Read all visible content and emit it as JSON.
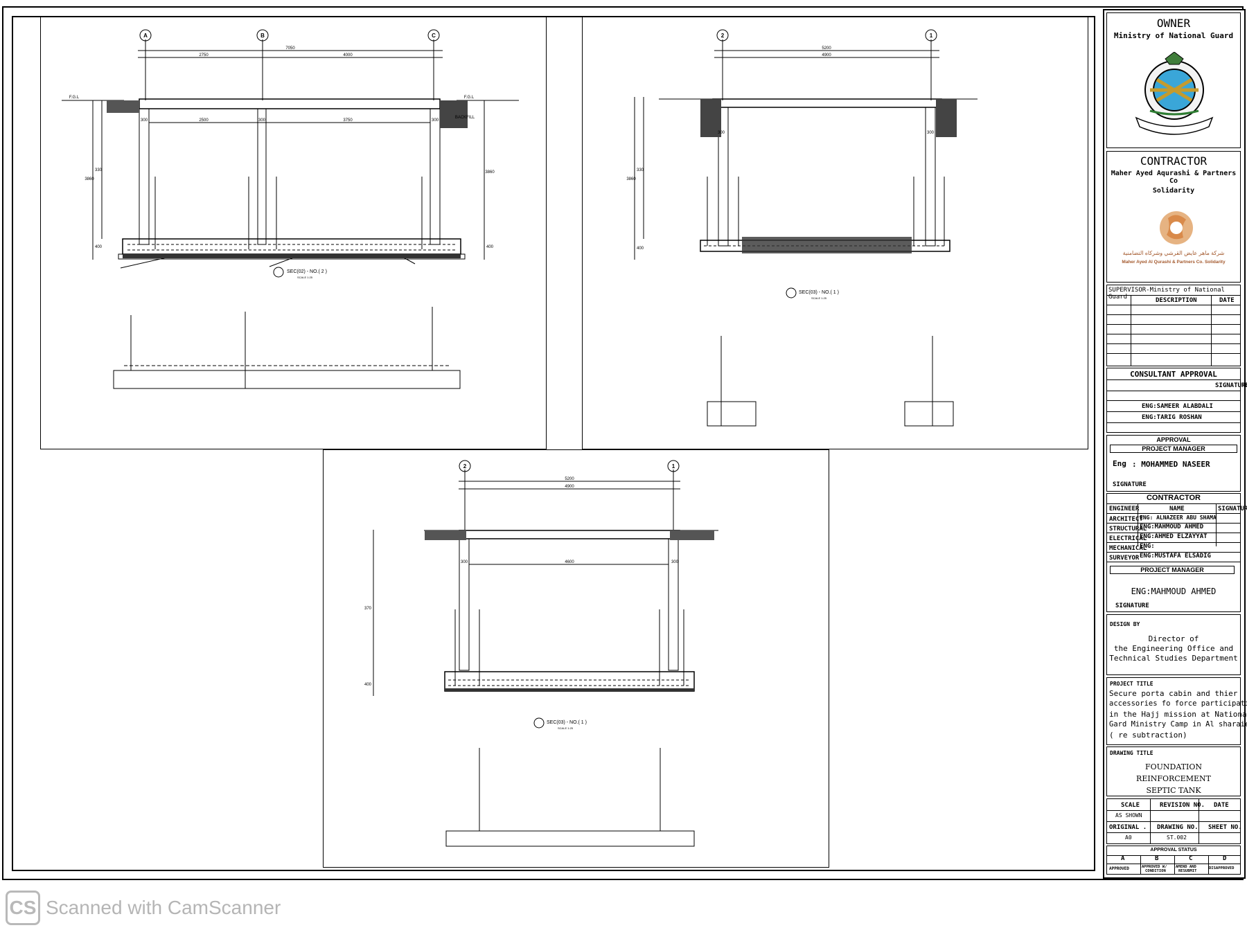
{
  "drawing": {
    "panel1": {
      "grid_labels": [
        "A",
        "B",
        "C"
      ],
      "dims": [
        "7050",
        "2750",
        "4000",
        "2500",
        "3750",
        "300",
        "300",
        "300"
      ],
      "levels": [
        "F.G.L",
        "F.G.L"
      ],
      "heights": [
        "3860",
        "330",
        "400",
        "3860",
        "400"
      ],
      "note_backfill": "BACKFILL",
      "section_title": "SEC(02) - NO.( 2 )",
      "section_scale": "SCALE 1:25"
    },
    "panel2": {
      "grid_labels": [
        "2",
        "1"
      ],
      "dims": [
        "5200",
        "4900",
        "300",
        "300"
      ],
      "heights": [
        "3860",
        "330",
        "400"
      ],
      "section_title": "SEC(03) - NO.( 1 )",
      "section_scale": "SCALE 1:25"
    },
    "panel3": {
      "grid_labels": [
        "2",
        "1"
      ],
      "dims": [
        "5200",
        "4900",
        "300",
        "4600",
        "300"
      ],
      "heights": [
        "370",
        "400"
      ],
      "section_title": "SEC(03) - NO.( 1 )",
      "section_scale": "SCALE 1:25"
    }
  },
  "titleblock": {
    "owner": {
      "heading": "OWNER",
      "name": "Ministry of National Guard",
      "emblem_icon": "national-guard-emblem"
    },
    "contractor": {
      "heading": "CONTRACTOR",
      "name": "Maher Ayed Aqurashi & Partners Co",
      "name2": "Solidarity",
      "logo_arabic": "شركة ماهر عايض القرشي وشركاه التضامنية",
      "logo_english": "Maher Ayed Al Qurashi & Partners Co. Solidarity"
    },
    "supervisor": "SUPERVISOR-Ministry of National Guard",
    "revision_headers": [
      "DESCRIPTION",
      "DATE"
    ],
    "consultant": {
      "heading": "CONSULTANT APPROVAL",
      "signature_label": "SIGNATURE",
      "eng1": "ENG:SAMEER ALABDALI",
      "eng2": "ENG:TARIG ROSHAN"
    },
    "approval": {
      "heading": "APPROVAL",
      "pm_label": "PROJECT MANAGER",
      "eng_prefix": "Eng",
      "eng_name": ": MOHAMMED NASEER",
      "signature_label": "SIGNATURE"
    },
    "contractor_team": {
      "heading": "CONTRACTOR",
      "headers": [
        "ENGINEER",
        "NAME",
        "SIGNATURE"
      ],
      "rows": [
        {
          "role": "ARCHITECT",
          "name": "ENG: ALNAZEER ABU SHAMA"
        },
        {
          "role": "STRUCTURAL",
          "name": "ENG:MAHMOUD AHMED"
        },
        {
          "role": "ELECTRICAL",
          "name": "ENG:AHMED ELZAYYAT"
        },
        {
          "role": "MECHANICAL",
          "name": "ENG:"
        },
        {
          "role": "SURVEYOR",
          "name": "ENG:MUSTAFA ELSADIG"
        }
      ],
      "pm_label": "PROJECT MANAGER",
      "pm_name": "ENG:MAHMOUD AHMED",
      "signature_label": "SIGNATURE"
    },
    "design_by": {
      "label": "DESIGN BY",
      "line1": "Director of",
      "line2": "the Engineering Office and",
      "line3": "Technical Studies Department"
    },
    "project": {
      "label": "PROJECT TITLE",
      "line1": "Secure porta cabin and thier",
      "line2": "accessories fo force participating",
      "line3": "in the Hajj mission at National",
      "line4": "Gard Ministry Camp in Al sharaie",
      "line5": "( re subtraction)"
    },
    "drawing_title": {
      "label": "DRAWING TITLE",
      "line1": "FOUNDATION REINFORCEMENT",
      "line2": "SEPTIC TANK"
    },
    "info": {
      "scale_label": "SCALE",
      "revision_label": "REVISION NO.",
      "date_label": "DATE",
      "scale_value": "AS SHOWN",
      "original_label": "ORIGINAL .",
      "drawing_no_label": "DRAWING NO.",
      "sheet_label": "SHEET NO.",
      "original_value": "A0",
      "drawing_no_value": "ST.002"
    },
    "status": {
      "label": "APPROVAL STATUS",
      "letters": [
        "A",
        "B",
        "C",
        "D"
      ],
      "a": "APPROVED",
      "b1": "APPROVED W/",
      "b2": "CONDITION",
      "c1": "AMEND AND",
      "c2": "RESUBMIT",
      "d": "DISAPPROVED"
    }
  },
  "watermark": {
    "logo": "CS",
    "text": "Scanned with CamScanner"
  }
}
